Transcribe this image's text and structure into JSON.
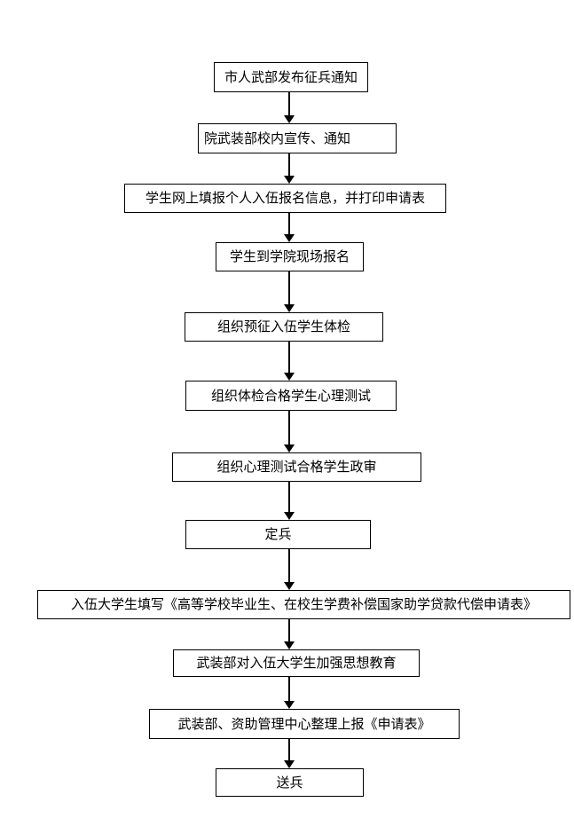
{
  "page": {
    "background_color": "#ffffff",
    "box_border_color": "#000000",
    "text_color": "#000000",
    "connector_color": "#000000"
  },
  "flowchart": {
    "type": "flowchart",
    "direction": "top-to-bottom",
    "steps": [
      {
        "label": "市人武部发布征兵通知"
      },
      {
        "label": "院武装部校内宣传、通知"
      },
      {
        "label": "学生网上填报个人入伍报名信息，并打印申请表"
      },
      {
        "label": "学生到学院现场报名"
      },
      {
        "label": "组织预征入伍学生体检"
      },
      {
        "label": "组织体检合格学生心理测试"
      },
      {
        "label": "组织心理测试合格学生政审"
      },
      {
        "label": "定兵"
      },
      {
        "label": "入伍大学生填写《高等学校毕业生、在校生学费补偿国家助学贷款代偿申请表》"
      },
      {
        "label": "武装部对入伍大学生加强思想教育"
      },
      {
        "label": "武装部、资助管理中心整理上报《申请表》"
      },
      {
        "label": "送兵"
      }
    ],
    "connector_count": 11
  }
}
